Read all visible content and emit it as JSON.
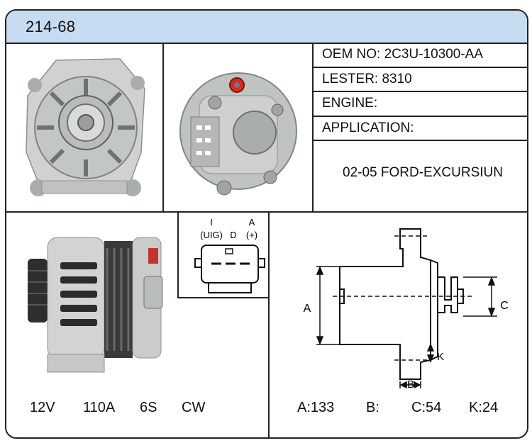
{
  "header": {
    "part_number": "214-68"
  },
  "specs": {
    "oem": "OEM NO: 2C3U-10300-AA",
    "lester": "LESTER: 8310",
    "engine": "ENGINE:",
    "application": "APPLICATION:"
  },
  "application_value": "02-05 FORD-EXCURSIUN",
  "plug": {
    "pin1": "I",
    "pin1b": "(UIG)",
    "pin2": "D",
    "pin3": "A",
    "pin3b": "(+)"
  },
  "electrical": {
    "voltage": "12V",
    "amperage": "110A",
    "pulley": "6S",
    "rotation": "CW"
  },
  "diagram": {
    "label_a": "A",
    "label_b": "B",
    "label_c": "C",
    "label_k": "K"
  },
  "dimensions": {
    "a": "A:133",
    "b": "B:",
    "c": "C:54",
    "k": "K:24"
  },
  "colors": {
    "header": "#c7dcf1",
    "border": "#222222",
    "terminal_red": "#d62a20",
    "metal": "#c9ccca"
  },
  "icons": [
    "alternator-front-photo",
    "alternator-rear-photo",
    "alternator-side-photo",
    "connector-plug-diagram",
    "dimension-diagram"
  ]
}
